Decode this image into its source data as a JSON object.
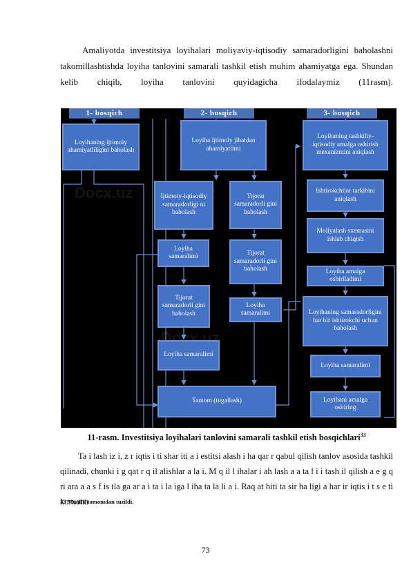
{
  "intro_paragraph": "Amaliyotda investitsiya loyihalari moliyaviy-iqtisodiy samaradorligini baholashni takomillashtishda loyiha tanlovini samarali tashkil etish muhim ahamiyatga ega. Shundan kelib chiqib, loyiha tanlovini quyidagicha ifodalaymiz (11rasm).",
  "diagram": {
    "stages": [
      "1- bosqich",
      "2- bosqich",
      "3- bosqich"
    ],
    "col1": {
      "social_eval": "Loyihaning ijtimoiy ahamiyatliligini baholash"
    },
    "col2": {
      "social_eco": "Loyiha ijtimoiy jihatdan ahamiyatlimi",
      "socio_eff": "Ijtimoiy-iqtisodiy samaradorligi ni baholash",
      "loyiha_sam_a": "Loyiha samaralimi",
      "tijorat_a": "Tijorat samaradorli gini baholash",
      "loyiha_sam_b": "Loyiha samaralimi",
      "tijorat_b": "Tijorat samaradorli gini baholash",
      "tijorat_c": "Tijorat samaradorli gini baholash",
      "loyiha_sam_c": "Loyiha samaralimi",
      "tamom": "Tamom (tugallash)"
    },
    "col3": {
      "mechanism": "Loyihaning tashkiliy-iqtisodiy amalga oshirish mexanizmini aniqlash",
      "participants": "Ishtirokchilar tarkibini aniqlash",
      "financing": "Moliyalash sxemasini ishlab chiqish",
      "implemented": "Loyiha amalga oshiriladimi",
      "each_participant": "Loyihaning samaradorligini har bir ishtirokchi uchun baholash",
      "loyiha_sam_d": "Loyiha samaralimi",
      "implement": "Loyihani amalga oshiring"
    },
    "watermark": "Docx.uz"
  },
  "caption": "11-rasm. Investitsiya loyihalari tanlovini samarali tashkil etish bosqichlari",
  "caption_note": "33",
  "paragraph2": "Ta i lash iz i, z r iqtis i ti shar iti a i estitsi alash i ha qar r qabul qilish tanlov asosida tashkil qilinadi, chunki i g qat r q il alishlar a la i. M q il l ihalar i ah lash a a ta l i i tash il qilish a e g q ri ara a a s f is tla ga ar a i ta i la iga l iha ta la li a i. Raq at hiti ta sir ha ligi a har ir iqtis i t s e ti korxona",
  "footnote": "33 Muallif tomonidan tuzildi.",
  "page_number": "73"
}
